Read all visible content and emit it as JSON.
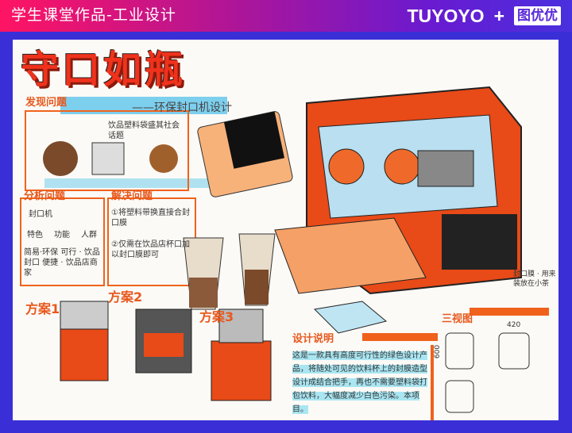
{
  "header": {
    "title": "学生课堂作品-工业设计",
    "brand": "TUYOYO",
    "plus": "+",
    "partner_logo": "图优优"
  },
  "poster": {
    "title": "守口如瓶",
    "subtitle": "——环保封口机设计",
    "sections": {
      "find_problem": "发现问题",
      "analyze_problem": "分析问题",
      "solve_problem": "解决问题",
      "plan1": "方案1",
      "plan2": "方案2",
      "plan3": "方案3",
      "design_note": "设计说明",
      "three_view": "三视图"
    },
    "notes": {
      "scene": "饮品塑料袋盛其社会话题",
      "analysis_root": "封口机",
      "analysis_items": [
        "特色",
        "功能",
        "人群"
      ],
      "analysis_details": "简易·环保 可行 · 饮品封口 便捷 · 饮品店商家",
      "solution_1": "①将塑料带换直接合封口膜",
      "solution_2": "②仅需在饮品店杯口加以封口膜即可",
      "dimension_width": "420",
      "dimension_height": "600",
      "machine_note": "封口膜 · 用来装放在小茶"
    },
    "design_description": "这是一款具有高度可行性的绿色设计产品，将随处可见的饮料杯上的封膜造型设计成结合把手，再也不需要塑料袋打包饮料，大幅度减少白色污染。本项目。"
  },
  "colors": {
    "accent_orange": "#f0621c",
    "title_red": "#f0321c",
    "frame_blue": "#3a2fd6",
    "marker_blue": "#5ec4ec"
  }
}
